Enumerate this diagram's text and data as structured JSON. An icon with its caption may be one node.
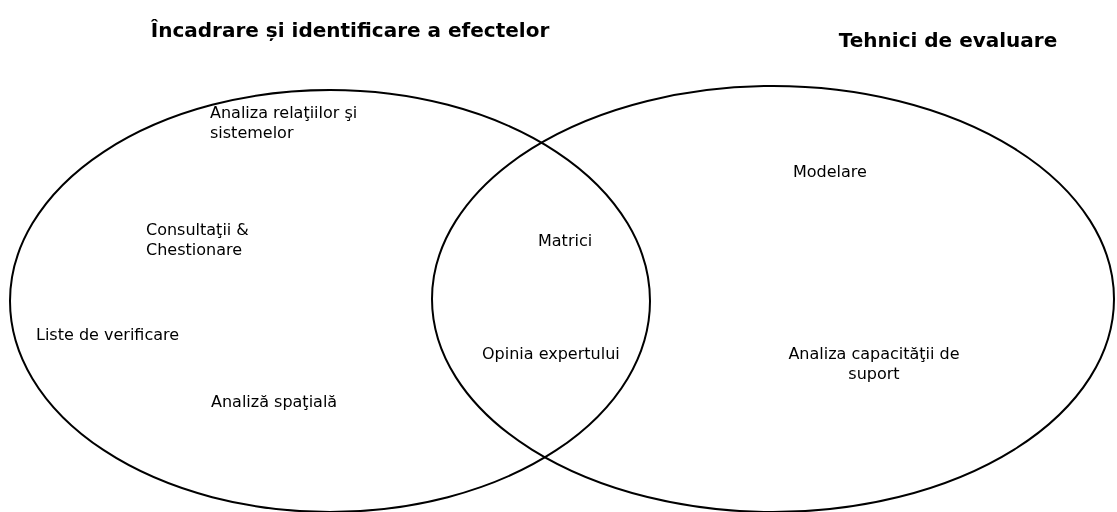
{
  "diagram": {
    "nodes": [
      {
        "text": [
          "Încadrare și identificare a efectelor"
        ]
      },
      {
        "text": [
          "Tehnici de evaluare"
        ]
      }
    ],
    "labels": [
      "Analiza relaţiilor şi sistemelor",
      "Modelare",
      "Consultaţii & Chestionare",
      "Matrici",
      "Liste de verificare",
      "Analiza capacităţii de suport",
      "Opinia expertului",
      "Analiză spaţială"
    ]
  }
}
